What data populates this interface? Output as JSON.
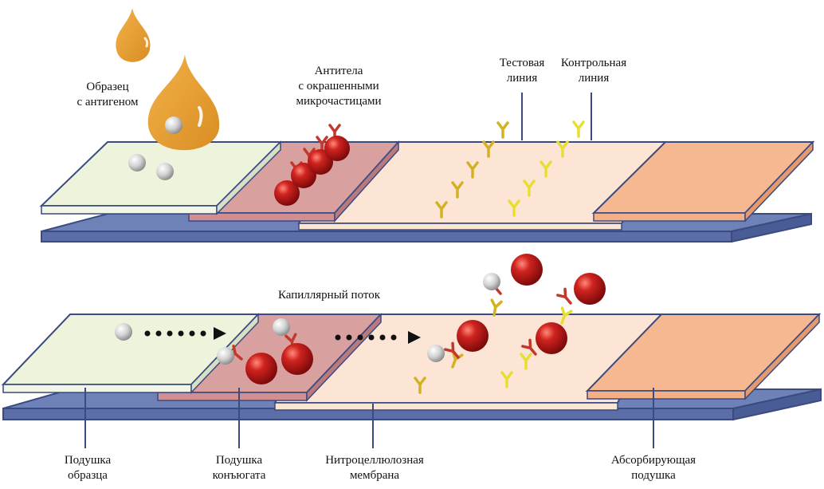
{
  "labels": {
    "sample_with_antigen": [
      "Образец",
      "с антигеном"
    ],
    "antibodies": [
      "Антитела",
      "с окрашенными",
      "микрочастицами"
    ],
    "test_line": [
      "Тестовая",
      "линия"
    ],
    "control_line": [
      "Контрольная",
      "линия"
    ],
    "capillary_flow": "Капиллярный поток",
    "sample_pad": [
      "Подушка",
      "образца"
    ],
    "conjugate_pad": [
      "Подушка",
      "конъюгата"
    ],
    "membrane": [
      "Нитроцеллюлозная",
      "мембрана"
    ],
    "absorbent_pad": [
      "Абсорбирующая",
      "подушка"
    ]
  },
  "colors": {
    "backing": "#5b6ea8",
    "backing_edge": "#3b4a80",
    "sample_pad": "#eef4dc",
    "conjugate_pad": "#d9a0a0",
    "membrane": "#fde5d6",
    "absorbent_pad": "#f6b890",
    "drop": "#e8a33a",
    "particle": "#b81c1c",
    "antigen": "#d8d8d8",
    "test_antibody": "#d4b023",
    "control_antibody": "#e8de30"
  }
}
